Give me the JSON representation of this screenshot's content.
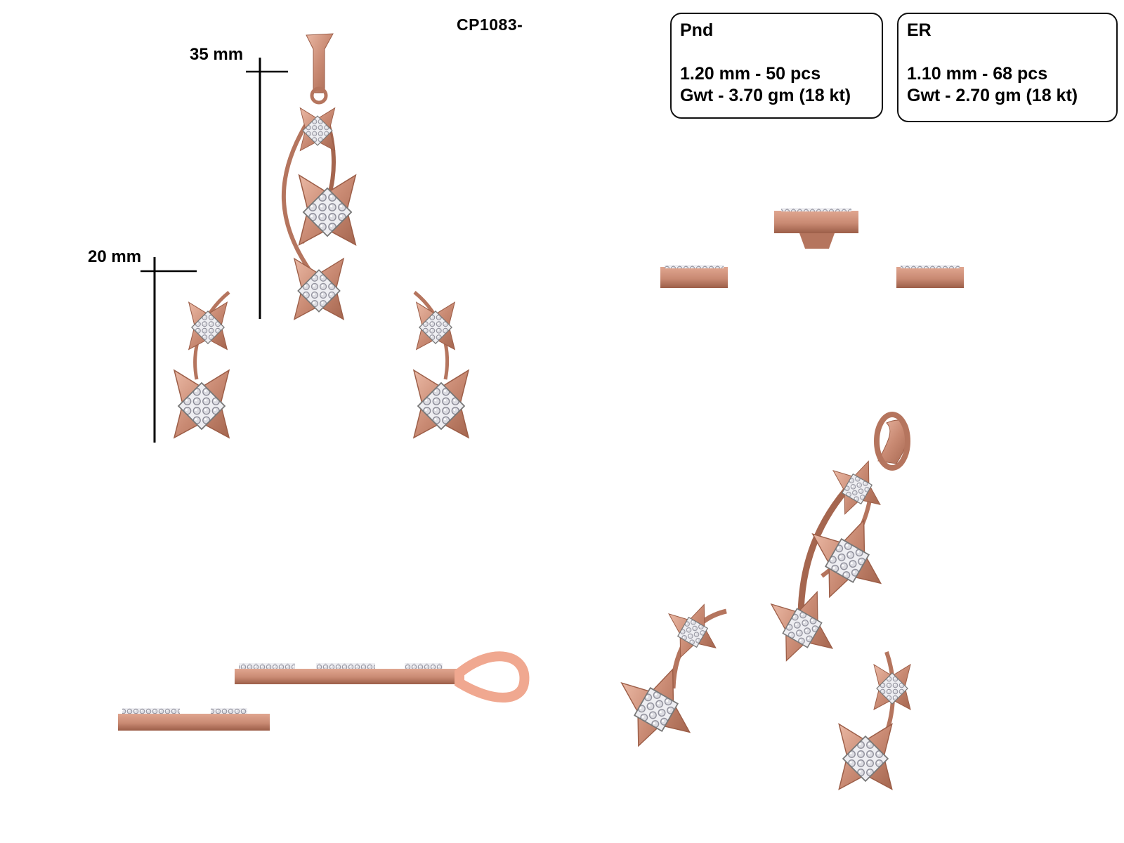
{
  "product_code": "CP1083-",
  "pendant_spec": {
    "title": "Pnd",
    "stone_line": "1.20 mm - 50 pcs",
    "weight_line": "Gwt - 3.70 gm (18 kt)"
  },
  "earring_spec": {
    "title": "ER",
    "stone_line": "1.10 mm - 68 pcs",
    "weight_line": "Gwt - 2.70 gm (18 kt)"
  },
  "dimensions": {
    "pendant_height": "35 mm",
    "earring_height": "20 mm"
  },
  "colors": {
    "metal": "#c98a73",
    "metal_dark": "#a5664f",
    "metal_light": "#eab8a4",
    "diamond": "#e4e4e8",
    "diamond_edge": "#8a8a96"
  }
}
